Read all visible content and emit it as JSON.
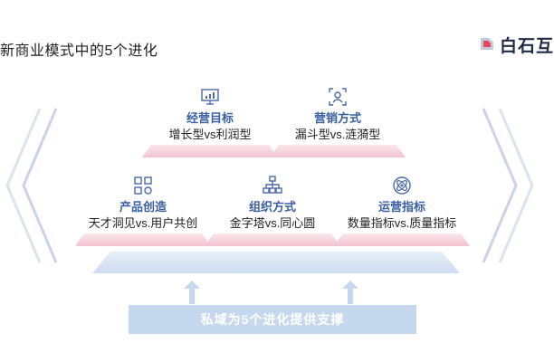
{
  "title": "新商业模式中的5个进化",
  "logo": {
    "text": "白石互"
  },
  "cards": [
    {
      "category": "经营目标",
      "subtitle": "增长型vs利润型",
      "icon": "monitor-chart-icon"
    },
    {
      "category": "营销方式",
      "subtitle": "漏斗型vs.涟漪型",
      "icon": "target-person-icon"
    },
    {
      "category": "产品创造",
      "subtitle": "天才洞见vs.用户共创",
      "icon": "grid-cog-icon"
    },
    {
      "category": "组织方式",
      "subtitle": "金字塔vs.同心圆",
      "icon": "org-chart-icon"
    },
    {
      "category": "运营指标",
      "subtitle": "数量指标vs.质量指标",
      "icon": "atom-icon"
    }
  ],
  "bottom_bar": "私域为5个进化提供支撑",
  "colors": {
    "accent": "#3b5fa0",
    "slab_pink": "#f8d6e0",
    "bar_blue": "#c6d8ee",
    "chevron": "#c9d4e4"
  }
}
